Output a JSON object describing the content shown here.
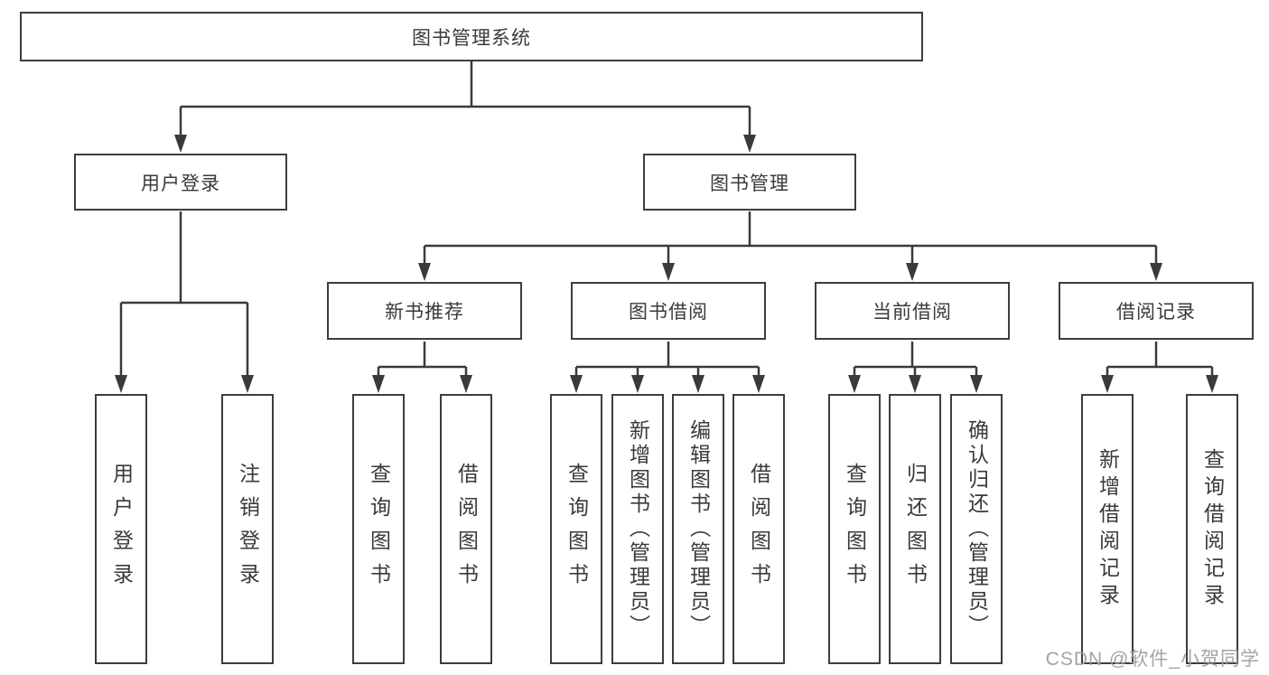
{
  "diagram": {
    "root": {
      "label": "图书管理系统"
    },
    "children": [
      {
        "label": "用户登录",
        "children": [
          {
            "label": "用户登录"
          },
          {
            "label": "注销登录"
          }
        ]
      },
      {
        "label": "图书管理",
        "children": [
          {
            "label": "新书推荐",
            "children": [
              {
                "label": "查询图书"
              },
              {
                "label": "借阅图书"
              }
            ]
          },
          {
            "label": "图书借阅",
            "children": [
              {
                "label": "查询图书"
              },
              {
                "label": "新增图书（管理员）"
              },
              {
                "label": "编辑图书（管理员）"
              },
              {
                "label": "借阅图书"
              }
            ]
          },
          {
            "label": "当前借阅",
            "children": [
              {
                "label": "查询图书"
              },
              {
                "label": "归还图书"
              },
              {
                "label": "确认归还（管理员）"
              }
            ]
          },
          {
            "label": "借阅记录",
            "children": [
              {
                "label": "新增借阅记录"
              },
              {
                "label": "查询借阅记录"
              }
            ]
          }
        ]
      }
    ]
  },
  "watermark": {
    "text": "CSDN @软件_小贺同学"
  }
}
